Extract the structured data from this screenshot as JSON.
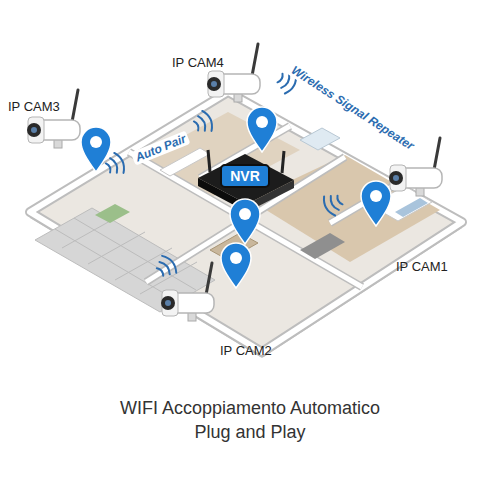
{
  "diagram": {
    "caption": "WIFI Accoppiamento Automatico Plug and Play",
    "nodes": [
      {
        "text": [
          "NVR"
        ]
      }
    ],
    "labels": [
      "IP CAM3",
      "IP CAM4",
      "Auto Pair",
      "Wireless Signal Repeater",
      "IP CAM1",
      "IP CAM2"
    ]
  }
}
